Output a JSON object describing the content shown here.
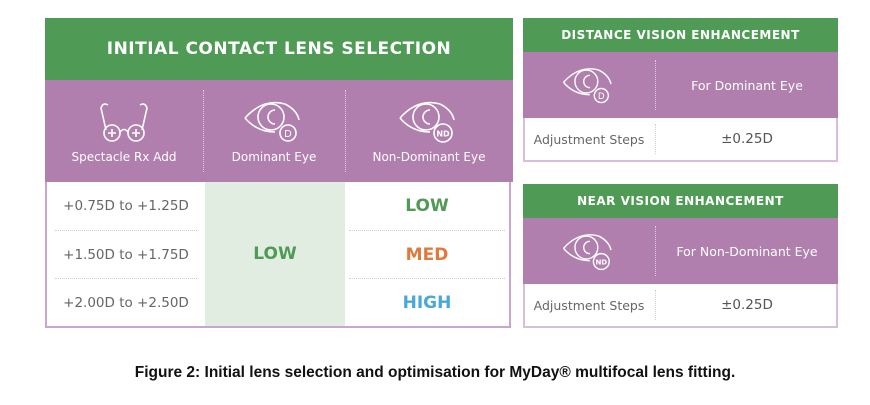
{
  "main_table": {
    "title": "INITIAL CONTACT LENS SELECTION",
    "columns": [
      {
        "label": "Spectacle Rx Add",
        "icon": "glasses-icon"
      },
      {
        "label": "Dominant Eye",
        "icon": "eye-dominant-icon",
        "badge": "D"
      },
      {
        "label": "Non-Dominant Eye",
        "icon": "eye-non-dominant-icon",
        "badge": "ND"
      }
    ],
    "rows": [
      {
        "add": "+0.75D to +1.25D",
        "non_dominant": "LOW"
      },
      {
        "add": "+1.50D to +1.75D",
        "non_dominant": "MED"
      },
      {
        "add": "+2.00D to +2.50D",
        "non_dominant": "HIGH"
      }
    ],
    "dominant_all": "LOW"
  },
  "distance_panel": {
    "title": "DISTANCE VISION ENHANCEMENT",
    "icon": "eye-dominant-icon",
    "badge": "D",
    "target": "For Dominant Eye",
    "step_label": "Adjustment Steps",
    "step_value": "±0.25D"
  },
  "near_panel": {
    "title": "NEAR VISION ENHANCEMENT",
    "icon": "eye-non-dominant-icon",
    "badge": "ND",
    "target": "For Non-Dominant Eye",
    "step_label": "Adjustment Steps",
    "step_value": "±0.25D"
  },
  "caption": "Figure 2: Initial lens selection and optimisation for MyDay® multifocal lens fitting.",
  "colors": {
    "header_green": "#4f9a55",
    "header_purple": "#b07fae",
    "low": "#4f9a55",
    "med": "#e07a3c",
    "high": "#4aa8d8",
    "dominant_col_bg": "#e2ede1"
  }
}
